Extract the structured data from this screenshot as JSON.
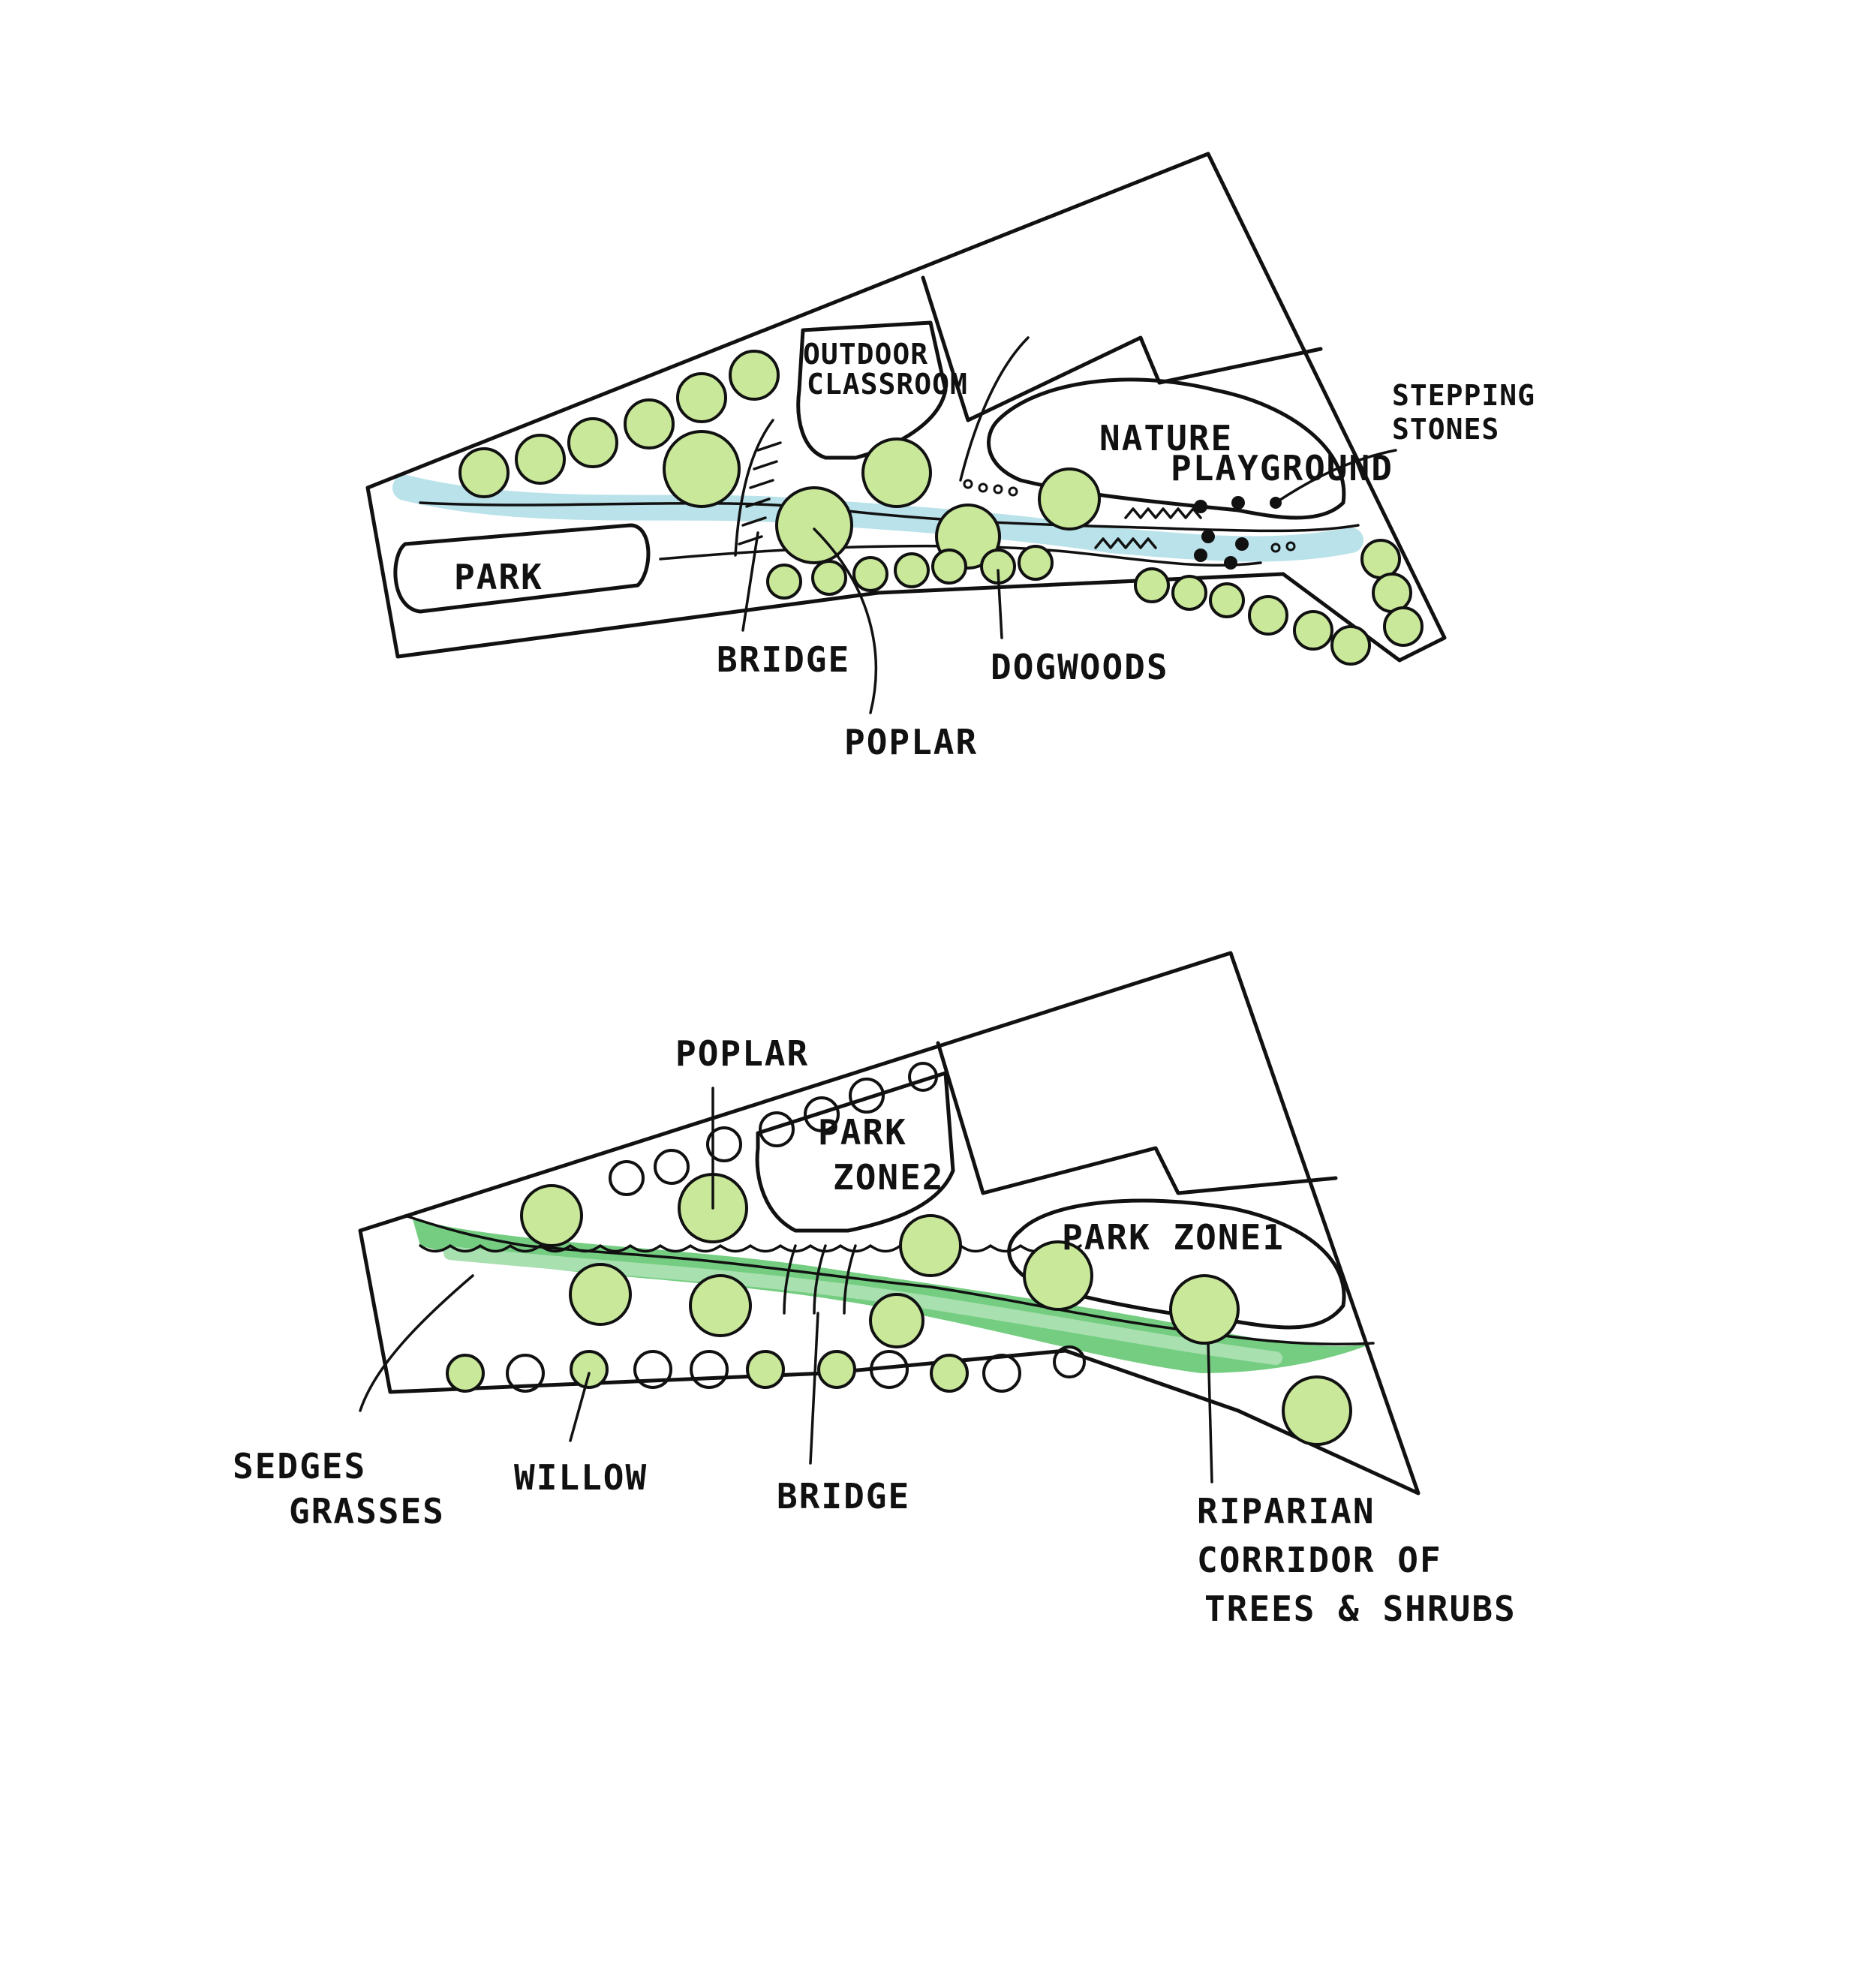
{
  "plan_top": {
    "labels": {
      "park": "PARK",
      "outdoor_classroom": [
        "OUTDOOR",
        "CLASSROOM"
      ],
      "nature_playground": [
        "NATURE",
        "PLAYGROUND"
      ],
      "stepping_stones": [
        "STEPPING",
        "STONES"
      ],
      "bridge": "BRIDGE",
      "poplar": "POPLAR",
      "dogwoods": "DOGWOODS"
    }
  },
  "plan_bottom": {
    "labels": {
      "poplar": "POPLAR",
      "park_zone2": [
        "PARK",
        "ZONE2"
      ],
      "park_zone1": "PARK ZONE1",
      "sedges_grasses": [
        "SEDGES",
        "GRASSES"
      ],
      "willow": "WILLOW",
      "bridge": "BRIDGE",
      "riparian": [
        "RIPARIAN",
        "CORRIDOR OF",
        "TREES & SHRUBS"
      ]
    }
  },
  "colors": {
    "ink": "#111111",
    "tree_green": "#c9e89a",
    "stream_blue": "#b9e2ea",
    "riparian_green": "#5cc46a"
  }
}
